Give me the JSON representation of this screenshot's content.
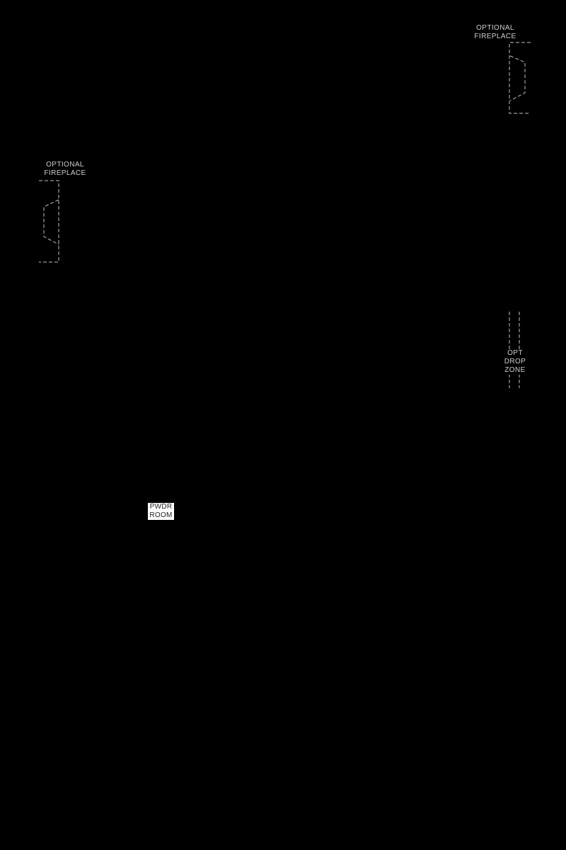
{
  "plan": {
    "background_color": "#000000",
    "line_color": "#bfbfbf",
    "annotations": {
      "fireplace_right": {
        "line1": "OPTIONAL",
        "line2": "FIREPLACE"
      },
      "fireplace_left": {
        "line1": "OPTIONAL",
        "line2": "FIREPLACE"
      },
      "drop_zone": {
        "line1": "OPT",
        "line2": "DROP",
        "line3": "ZONE"
      },
      "powder_room": {
        "line1": "PWDR",
        "line2": "ROOM"
      }
    },
    "icons": [
      "fireplace-right-icon",
      "fireplace-left-icon",
      "drop-zone-outline-icon"
    ]
  }
}
